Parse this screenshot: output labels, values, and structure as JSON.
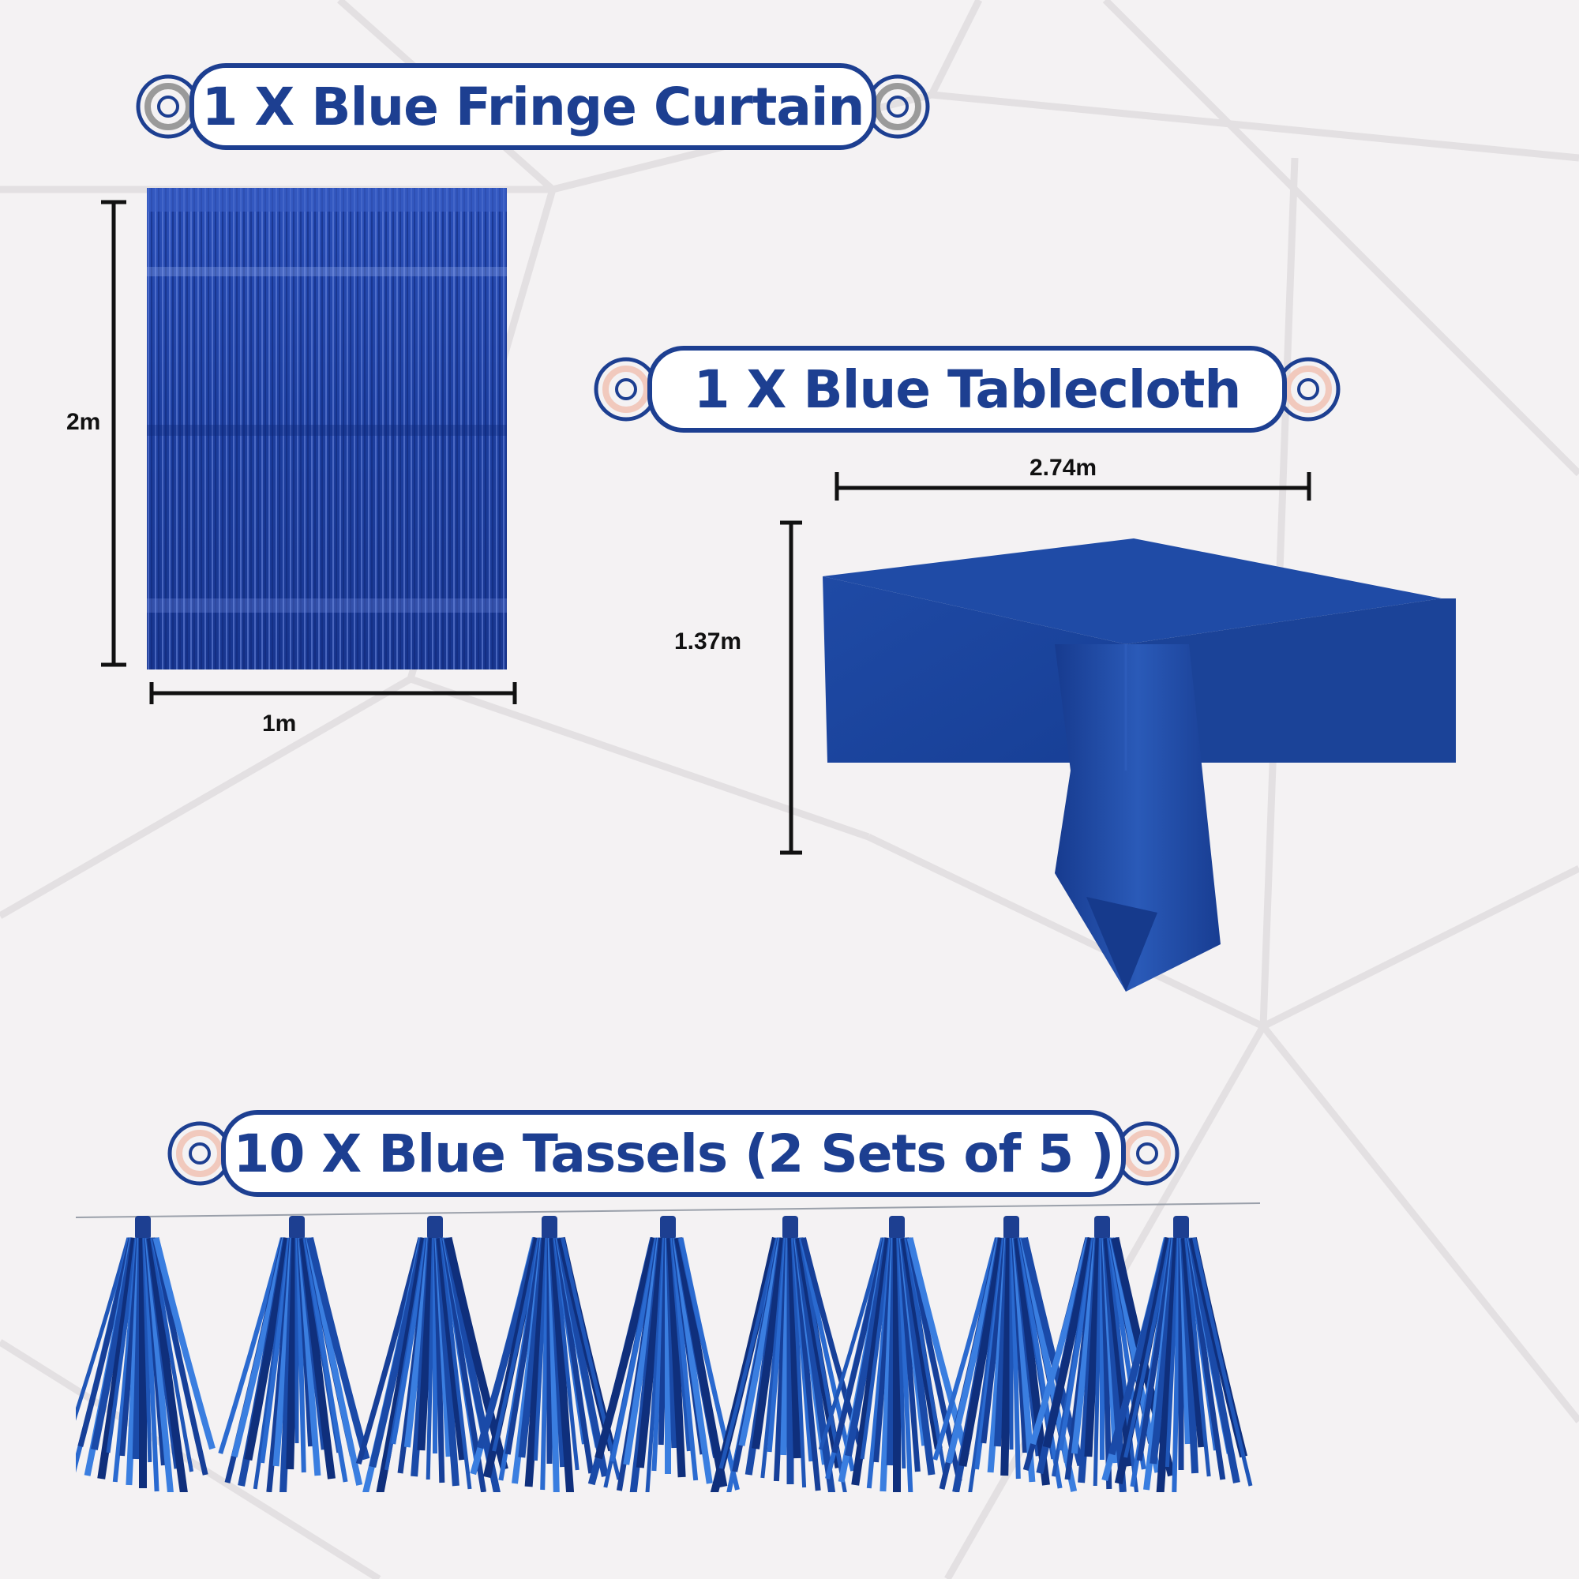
{
  "banners": {
    "curtain": {
      "title": "1 X Blue Fringe Curtain",
      "accent": "#9a9a9a"
    },
    "tablecloth": {
      "title": "1 X Blue Tablecloth",
      "accent": "#f1c9bd"
    },
    "tassels": {
      "title": "10 X Blue Tassels (2 Sets of 5 )",
      "accent": "#f1c9bd"
    }
  },
  "dimensions": {
    "curtain_height": "2m",
    "curtain_width": "1m",
    "tablecloth_length": "2.74m",
    "tablecloth_width": "1.37m"
  },
  "colors": {
    "brand_blue": "#1d3f91",
    "product_blue": "#1f4fa6",
    "background": "#f4f2f3"
  },
  "icons": [
    "swirl-ornament-icon"
  ]
}
